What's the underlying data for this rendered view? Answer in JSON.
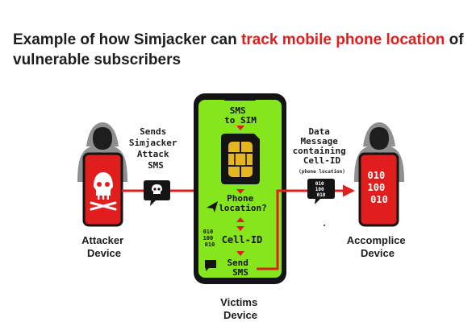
{
  "title": {
    "prefix": "Example of how Simjacker can ",
    "highlight": "track mobile phone location",
    "suffix": " of vulnerable subscribers"
  },
  "attacker": {
    "label_line1": "Attacker",
    "label_line2": "Device",
    "message_line1": "Sends",
    "message_line2": "Simjacker",
    "message_line3": "Attack",
    "message_line4": "SMS"
  },
  "victim": {
    "sms_line1": "SMS",
    "sms_line2": "to SIM",
    "location_line1": "Phone",
    "location_line2": "location?",
    "cell_id": "Cell-ID",
    "send_line1": "Send",
    "send_line2": "SMS",
    "binary_line1": "010",
    "binary_line2": "100",
    "binary_line3": "010",
    "label_line1": "Victims",
    "label_line2": "Device"
  },
  "accomplice": {
    "message_line1": "Data",
    "message_line2": "Message",
    "message_line3": "containing",
    "message_line4": "Cell-ID",
    "message_note": "(phone location)",
    "bubble_line1": "010",
    "bubble_line2": "100",
    "bubble_line3": "010",
    "screen_line1": "010",
    "screen_line2": "100",
    "screen_line3": "010",
    "label_line1": "Accomplice",
    "label_line2": "Device"
  },
  "colors": {
    "accent_red": "#e01e1e",
    "phone_green": "#86e61e",
    "dark": "#141414",
    "hacker_gray": "#8f8f8f"
  }
}
